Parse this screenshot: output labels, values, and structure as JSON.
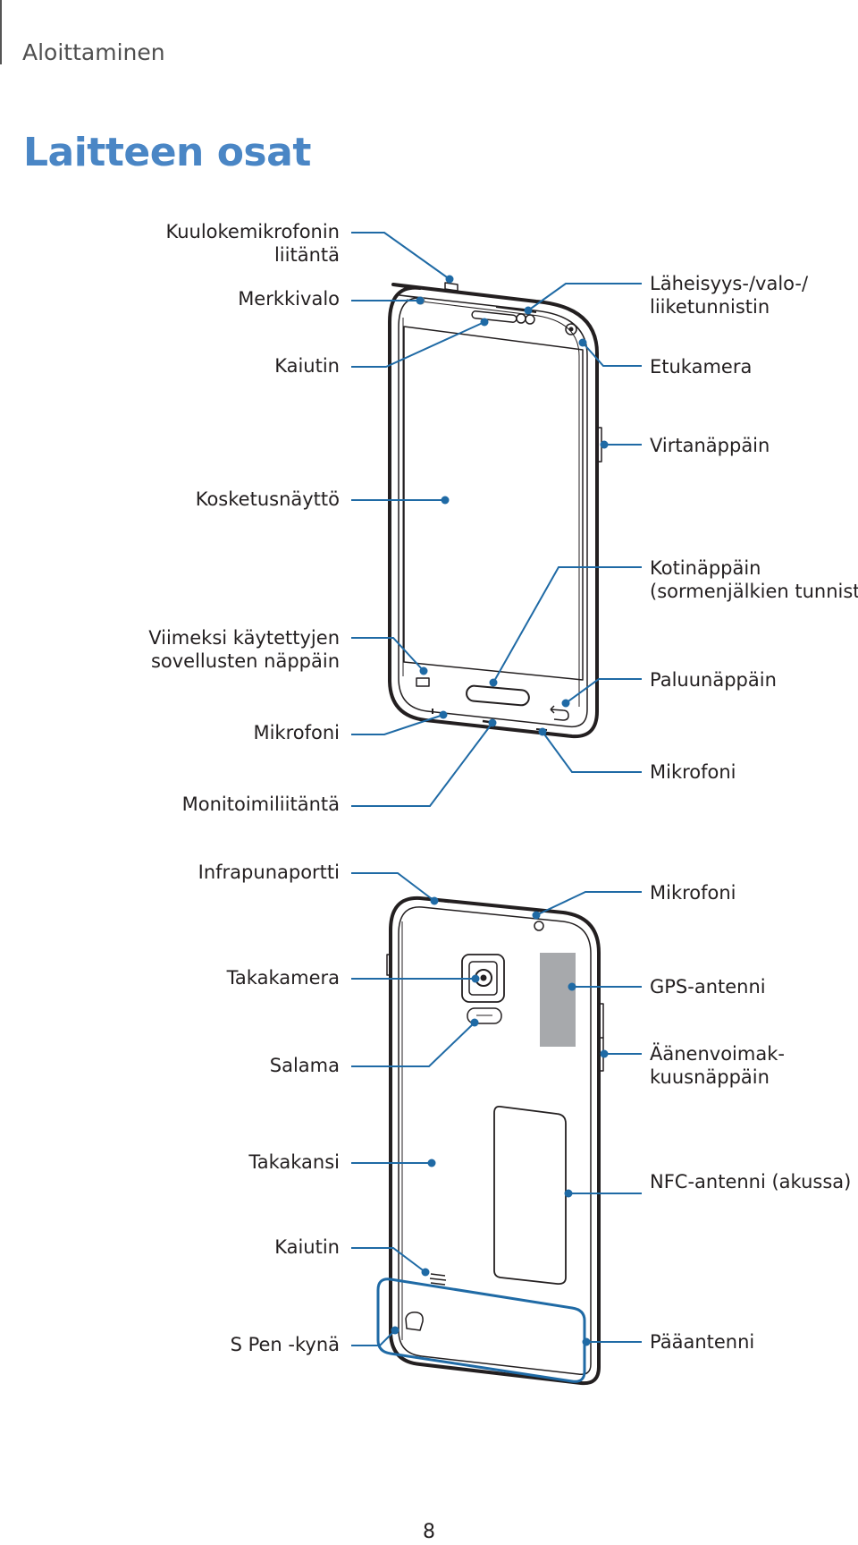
{
  "header": {
    "section": "Aloittaminen",
    "title": "Laitteen osat"
  },
  "front": {
    "left": [
      {
        "lines": [
          "Kuulokemikrofonin",
          "liitäntä"
        ]
      },
      {
        "lines": [
          "Merkkivalo"
        ]
      },
      {
        "lines": [
          "Kaiutin"
        ]
      },
      {
        "lines": [
          "Kosketusnäyttö"
        ]
      },
      {
        "lines": [
          "Viimeksi käytettyjen",
          "sovellusten näppäin"
        ]
      },
      {
        "lines": [
          "Mikrofoni"
        ]
      },
      {
        "lines": [
          "Monitoimiliitäntä"
        ]
      }
    ],
    "right": [
      {
        "lines": [
          "Läheisyys-/valo-/",
          "liiketunnistin"
        ]
      },
      {
        "lines": [
          "Etukamera"
        ]
      },
      {
        "lines": [
          "Virtanäppäin"
        ]
      },
      {
        "lines": [
          "Kotinäppäin",
          "(sormenjälkien tunnistin)"
        ]
      },
      {
        "lines": [
          "Paluunäppäin"
        ]
      },
      {
        "lines": [
          "Mikrofoni"
        ]
      }
    ]
  },
  "back": {
    "left": [
      {
        "lines": [
          "Infrapunaportti"
        ]
      },
      {
        "lines": [
          "Takakamera"
        ]
      },
      {
        "lines": [
          "Salama"
        ]
      },
      {
        "lines": [
          "Takakansi"
        ]
      },
      {
        "lines": [
          "Kaiutin"
        ]
      },
      {
        "lines": [
          "S Pen -kynä"
        ]
      }
    ],
    "right": [
      {
        "lines": [
          "Mikrofoni"
        ]
      },
      {
        "lines": [
          "GPS-antenni"
        ]
      },
      {
        "lines": [
          "Äänenvoimak-",
          "kuusnäppäin"
        ]
      },
      {
        "lines": [
          "NFC-antenni (akussa)"
        ]
      },
      {
        "lines": [
          "Pääantenni"
        ]
      }
    ]
  },
  "page_number": "8",
  "colors": {
    "title": "#4a86c5",
    "callout": "#1f6aa5"
  }
}
